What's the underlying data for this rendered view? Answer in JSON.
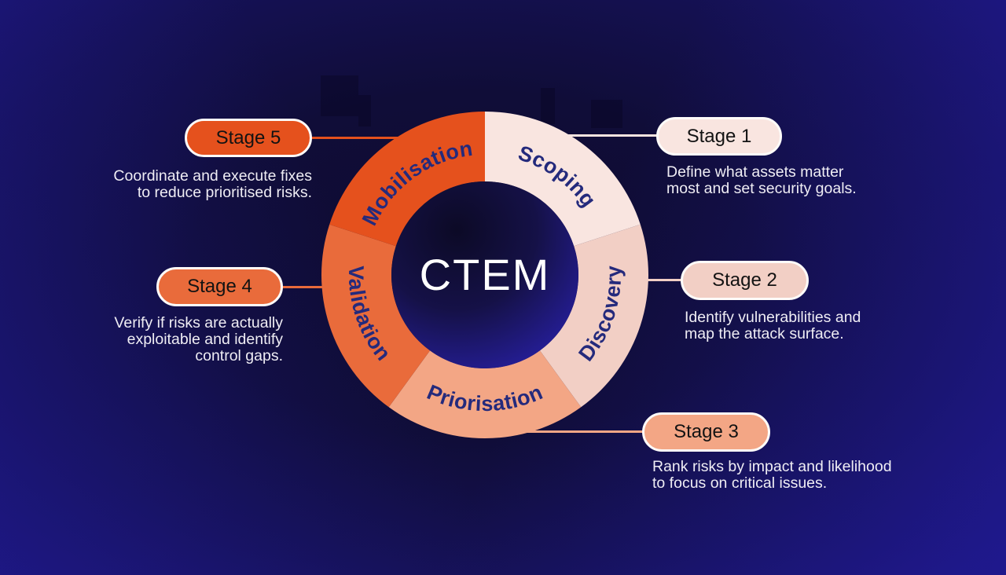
{
  "center": {
    "label": "CTEM"
  },
  "stages": [
    {
      "badge": "Stage 1",
      "wheel_label": "Scoping",
      "description_lines": [
        "Define what assets matter",
        "most and set security goals."
      ],
      "color": "#f9e5e0"
    },
    {
      "badge": "Stage 2",
      "wheel_label": "Discovery",
      "description_lines": [
        "Identify vulnerabilities and",
        "map the attack surface."
      ],
      "color": "#f2cfc5"
    },
    {
      "badge": "Stage 3",
      "wheel_label": "Priorisation",
      "description_lines": [
        "Rank risks by impact and likelihood",
        "to focus on critical issues."
      ],
      "color": "#f3a685"
    },
    {
      "badge": "Stage 4",
      "wheel_label": "Validation",
      "description_lines": [
        "Verify if risks are actually",
        "exploitable and identify",
        "control gaps."
      ],
      "color": "#e96b3b"
    },
    {
      "badge": "Stage 5",
      "wheel_label": "Mobilisation",
      "description_lines": [
        "Coordinate and execute fixes",
        "to reduce prioritised risks."
      ],
      "color": "#e5511d"
    }
  ],
  "colors": {
    "background_navy": "#100d38",
    "background_edge_blue": "#1b1574",
    "wheel_label_navy": "#242a7c",
    "center_circle_dark": "#0c0a26",
    "center_circle_blue": "#2b22b4",
    "pill_border": "#fdfbf9",
    "description_text": "#efedf4",
    "badge_text": "#131313",
    "center_text": "#ffffff"
  }
}
